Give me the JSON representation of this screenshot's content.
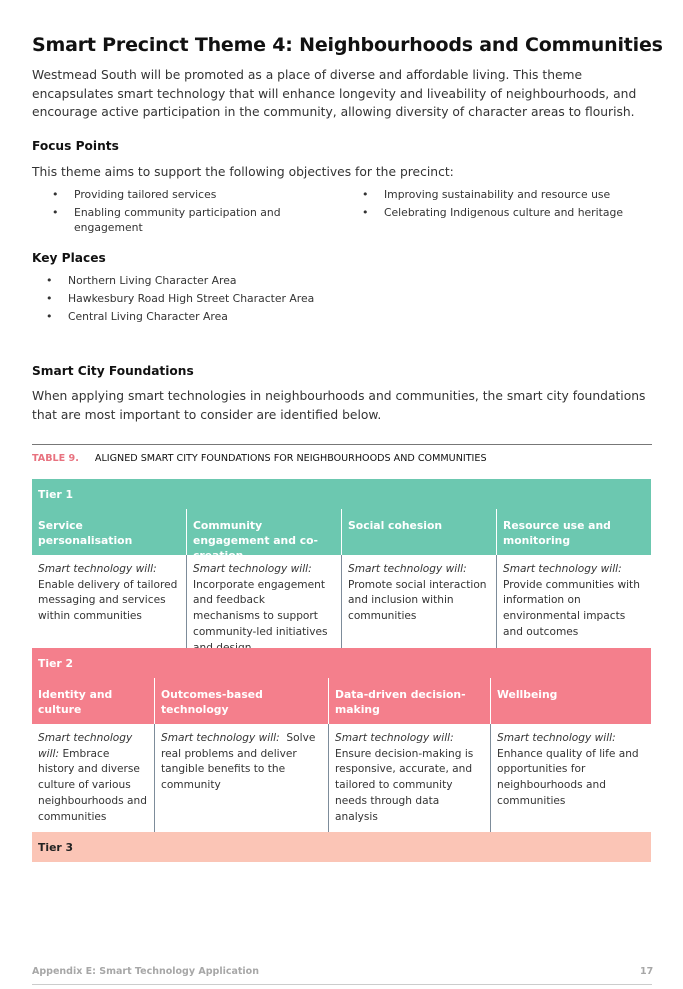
{
  "title": "Smart Precinct Theme 4: Neighbourhoods and Communities",
  "intro": "Westmead South will be promoted as a place of diverse and affordable living.  This theme encapsulates smart technology that will enhance longevity and liveability of neighbourhoods, and encourage active participation in the community, allowing diversity of character areas to flourish.",
  "focus": {
    "heading": "Focus Points",
    "lead": "This theme aims to support the following objectives for the precinct:",
    "col1": [
      "Providing tailored services",
      "Enabling community participation and engagement"
    ],
    "col2": [
      "Improving sustainability and resource use",
      "Celebrating Indigenous culture and heritage"
    ]
  },
  "key_places": {
    "heading": "Key Places",
    "items": [
      "Northern Living Character Area",
      "Hawkesbury Road High Street Character Area",
      "Central Living Character Area"
    ]
  },
  "foundations": {
    "heading": "Smart City Foundations",
    "text": "When applying smart technologies in neighbourhoods and communities, the smart city foundations that are most important to consider are identified below."
  },
  "table": {
    "caption_num": "TABLE 9.",
    "caption_text": "ALIGNED SMART CITY FOUNDATIONS FOR NEIGHBOURHOODS AND COMMUNITIES",
    "tier1": {
      "label": "Tier 1",
      "headers": [
        "Service personalisation",
        "Community engagement and co-creation",
        "Social cohesion",
        "Resource use and monitoring"
      ],
      "cells": [
        {
          "lead": "Smart technology will:",
          "text": "Enable delivery of tailored messaging and services within communities"
        },
        {
          "lead": "Smart technology will:",
          "text": "Incorporate engagement and feedback mechanisms to support community-led initiatives and design"
        },
        {
          "lead": "Smart technology will:",
          "text": "Promote social interaction and inclusion within communities"
        },
        {
          "lead": "Smart technology will:",
          "text": "Provide communities with information on environmental impacts and outcomes"
        }
      ]
    },
    "tier2": {
      "label": "Tier 2",
      "headers": [
        "Identity and culture",
        "Outcomes-based technology",
        "Data-driven decision-making",
        "Wellbeing"
      ],
      "cells": [
        {
          "lead": "Smart technology will:",
          "text": "Embrace history and diverse culture of various neighbourhoods and communities"
        },
        {
          "lead": "Smart technology will:",
          "text": "Solve real problems and deliver tangible benefits to the community"
        },
        {
          "lead": "Smart technology will:",
          "text": "Ensure decision-making is responsive, accurate, and tailored to community needs through data analysis"
        },
        {
          "lead": "Smart technology will:",
          "text": "Enhance quality of life and opportunities for neighbourhoods and communities"
        }
      ]
    },
    "tier3": {
      "label": "Tier 3"
    }
  },
  "footer": {
    "left": "Appendix E: Smart Technology Application",
    "page": "17"
  }
}
